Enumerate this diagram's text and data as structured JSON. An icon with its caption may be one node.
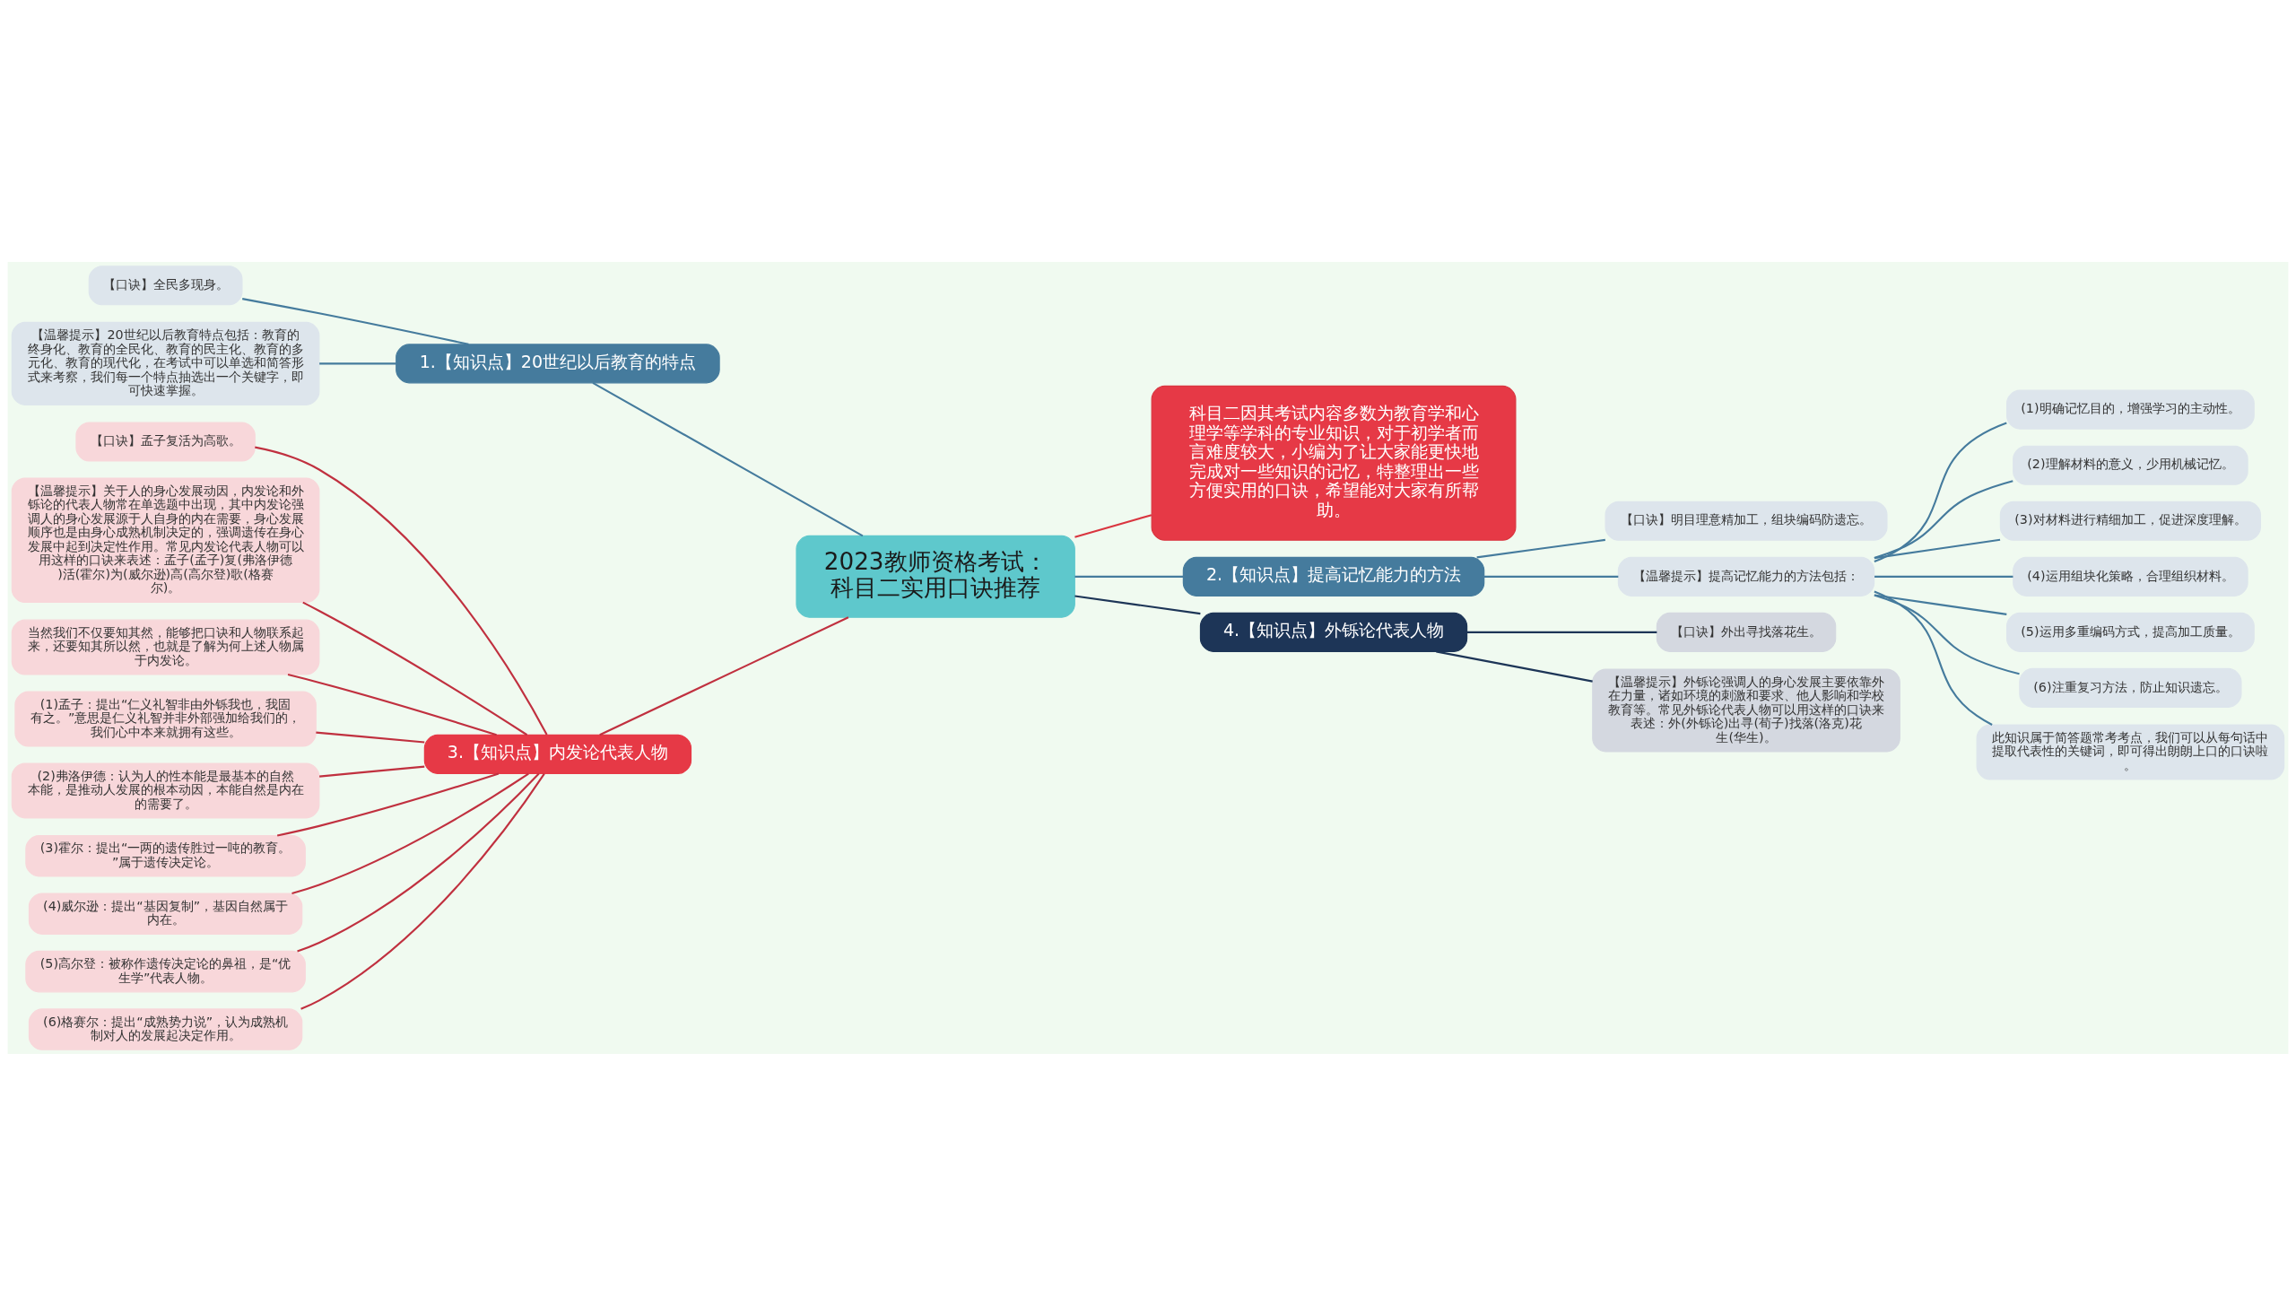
{
  "diagram": {
    "nodes": [
      {
        "text": [
          "2023教师资格考试：科目二实用口诀推荐"
        ]
      },
      {
        "text": [
          "科目二因其考试内容多数为教育学和心理学等学科的专业知识，对于初学者而言难度较大，小编为了让大家能更快地完成对一些知识的记忆，特整理出一些方便实用的口诀，希望能对大家有所帮助。"
        ]
      },
      {
        "text": [
          "1.【知识点】20世纪以后教育的特点"
        ]
      },
      {
        "text": [
          "【口诀】全民多现身。"
        ]
      },
      {
        "text": [
          "【温馨提示】20世纪以后教育特点包括：教育的终身化、教育的全民化、教育的民主化、教育的多元化、教育的现代化，在考试中可以单选和简答形式来考察，我们每一个特点抽选出一个关键字，即可快速掌握。"
        ]
      },
      {
        "text": [
          "2.【知识点】提高记忆能力的方法"
        ]
      },
      {
        "text": [
          "【口诀】明目理意精加工，组块编码防遗忘。"
        ]
      },
      {
        "text": [
          "【温馨提示】提高记忆能力的方法包括："
        ]
      },
      {
        "text": [
          "(1)明确记忆目的，增强学习的主动性。"
        ]
      },
      {
        "text": [
          "(2)理解材料的意义，少用机械记忆。"
        ]
      },
      {
        "text": [
          "(3)对材料进行精细加工，促进深度理解。"
        ]
      },
      {
        "text": [
          "(4)运用组块化策略，合理组织材料。"
        ]
      },
      {
        "text": [
          "(5)运用多重编码方式，提高加工质量。"
        ]
      },
      {
        "text": [
          "(6)注重复习方法，防止知识遗忘。"
        ]
      },
      {
        "text": [
          "此知识属于简答题常考考点，我们可以从每句话中提取代表性的关键词，即可得出朗朗上口的口诀啦。"
        ]
      },
      {
        "text": [
          "3.【知识点】内发论代表人物"
        ]
      },
      {
        "text": [
          "【口诀】孟子复活为高歌。"
        ]
      },
      {
        "text": [
          "【温馨提示】关于人的身心发展动因，内发论和外铄论的代表人物常在单选题中出现，其中内发论强调人的身心发展源于人自身的内在需要，身心发展顺序也是由身心成熟机制决定的，强调遗传在身心发展中起到决定性作用。常见内发论代表人物可以用这样的口诀来表述：孟子(孟子)复(弗洛伊德)活(霍尔)为(威尔逊)高(高尔登)歌(格赛尔)。"
        ]
      },
      {
        "text": [
          "当然我们不仅要知其然，能够把口诀和人物联系起来，还要知其所以然，也就是了解为何上述人物属于内发论。"
        ]
      },
      {
        "text": [
          "(1)孟子：提出“仁义礼智非由外铄我也，我固有之。”意思是仁义礼智并非外部强加给我们的，我们心中本来就拥有这些。"
        ]
      },
      {
        "text": [
          "(2)弗洛伊德：认为人的性本能是最基本的自然本能，是推动人发展的根本动因，本能自然是内在的需要了。"
        ]
      },
      {
        "text": [
          "(3)霍尔：提出“一两的遗传胜过一吨的教育。”属于遗传决定论。"
        ]
      },
      {
        "text": [
          "(4)威尔逊：提出“基因复制”，基因自然属于内在。"
        ]
      },
      {
        "text": [
          "(5)高尔登：被称作遗传决定论的鼻祖，是“优生学”代表人物。"
        ]
      },
      {
        "text": [
          "(6)格赛尔：提出“成熟势力说”，认为成熟机制对人的发展起决定作用。"
        ]
      },
      {
        "text": [
          "4.【知识点】外铄论代表人物"
        ]
      },
      {
        "text": [
          "【口诀】外出寻找落花生。"
        ]
      },
      {
        "text": [
          "【温馨提示】外铄论强调人的身心发展主要依靠外在力量，诸如环境的刺激和要求、他人影响和学校教育等。常见外铄论代表人物可以用这样的口诀来表述：外(外铄论)出寻(荀子)找落(洛克)花生(华生)。"
        ]
      }
    ],
    "edges": [
      {
        "from": 0,
        "to": 1,
        "arrow": "none",
        "color": "#d9353f"
      },
      {
        "from": 0,
        "to": 2,
        "arrow": "none"
      },
      {
        "from": 2,
        "to": 3,
        "arrow": "none"
      },
      {
        "from": 2,
        "to": 4,
        "arrow": "none"
      },
      {
        "from": 0,
        "to": 5,
        "arrow": "none"
      },
      {
        "from": 5,
        "to": 6,
        "arrow": "none"
      },
      {
        "from": 5,
        "to": 7,
        "arrow": "none"
      },
      {
        "from": 7,
        "to": 8,
        "arrow": "none"
      },
      {
        "from": 7,
        "to": 9,
        "arrow": "none"
      },
      {
        "from": 7,
        "to": 10,
        "arrow": "none"
      },
      {
        "from": 7,
        "to": 11,
        "arrow": "none"
      },
      {
        "from": 7,
        "to": 12,
        "arrow": "none"
      },
      {
        "from": 7,
        "to": 13,
        "arrow": "none"
      },
      {
        "from": 7,
        "to": 14,
        "arrow": "none"
      },
      {
        "from": 0,
        "to": 15,
        "arrow": "none",
        "color": "#c0303f"
      },
      {
        "from": 15,
        "to": 16,
        "arrow": "none",
        "color": "#c0303f"
      },
      {
        "from": 15,
        "to": 17,
        "arrow": "none",
        "color": "#c0303f"
      },
      {
        "from": 15,
        "to": 18,
        "arrow": "none",
        "color": "#c0303f"
      },
      {
        "from": 15,
        "to": 19,
        "arrow": "none",
        "color": "#c0303f"
      },
      {
        "from": 15,
        "to": 20,
        "arrow": "none",
        "color": "#c0303f"
      },
      {
        "from": 15,
        "to": 21,
        "arrow": "none",
        "color": "#c0303f"
      },
      {
        "from": 15,
        "to": 22,
        "arrow": "none",
        "color": "#c0303f"
      },
      {
        "from": 15,
        "to": 23,
        "arrow": "none",
        "color": "#c0303f"
      },
      {
        "from": 15,
        "to": 24,
        "arrow": "none",
        "color": "#c0303f"
      },
      {
        "from": 0,
        "to": 25,
        "arrow": "none",
        "color": "#1d3557"
      },
      {
        "from": 25,
        "to": 26,
        "arrow": "none",
        "color": "#1d3557"
      },
      {
        "from": 25,
        "to": 27,
        "arrow": "none",
        "color": "#1d3557"
      }
    ]
  }
}
